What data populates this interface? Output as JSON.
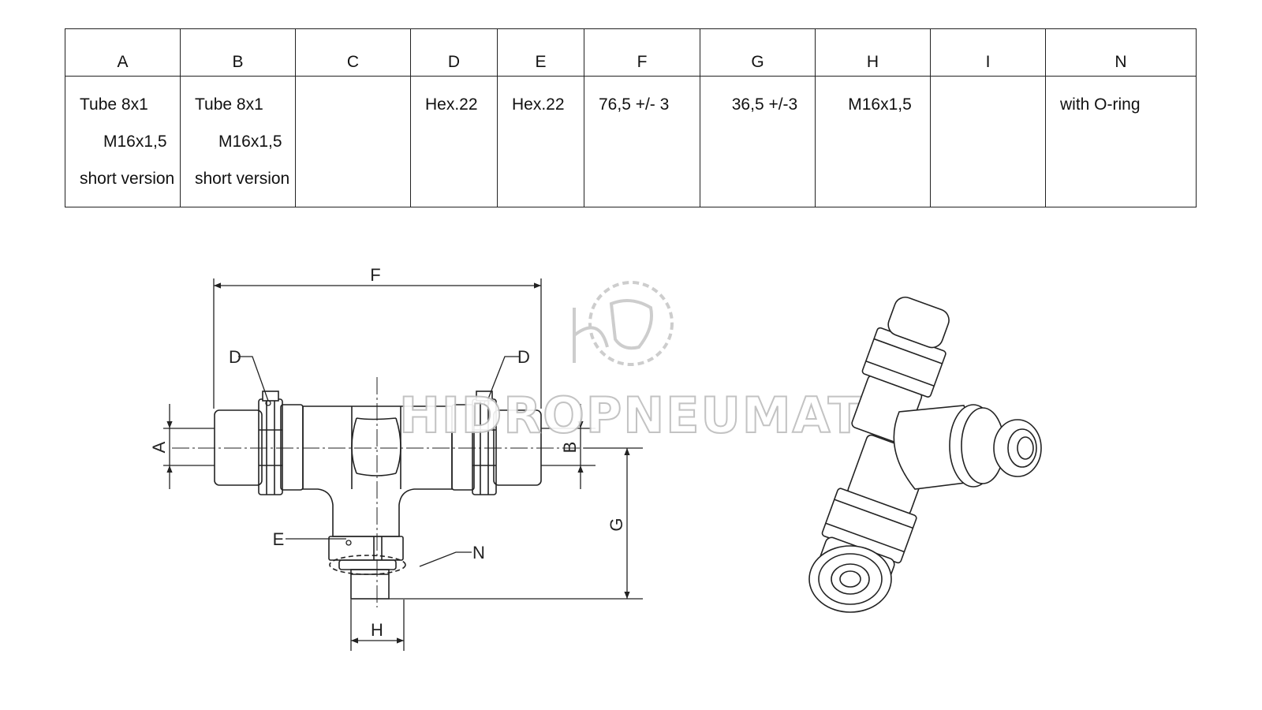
{
  "table": {
    "headers": [
      "A",
      "B",
      "C",
      "D",
      "E",
      "F",
      "G",
      "H",
      "I",
      "N"
    ],
    "A": [
      "Tube   8x1",
      "M16x1,5",
      "short  version"
    ],
    "B": [
      "Tube   8x1",
      "M16x1,5",
      "short  version"
    ],
    "C": "",
    "D": "Hex.22",
    "E": "Hex.22",
    "F": "76,5 +/- 3",
    "G": "36,5   +/-3",
    "H": "M16x1,5",
    "I": "",
    "N": "with  O-ring"
  },
  "drawing": {
    "labels": {
      "F": "F",
      "D1": "D",
      "D2": "D",
      "A": "A",
      "B": "B",
      "G": "G",
      "E": "E",
      "N": "N",
      "H": "H"
    }
  },
  "watermark": {
    "text": "HIDROPNEUMAT"
  },
  "colors": {
    "line": "#222222",
    "watermark": "#c8c8c8"
  }
}
